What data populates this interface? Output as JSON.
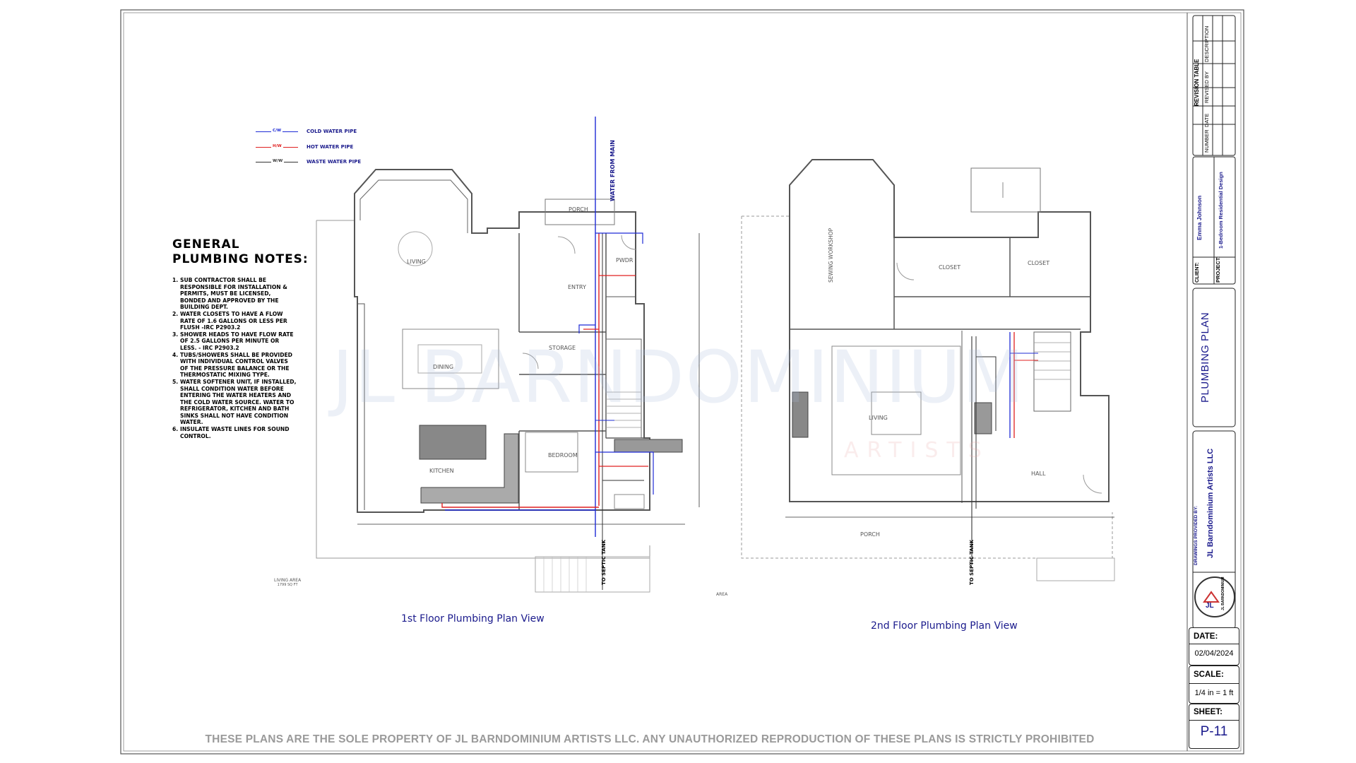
{
  "legend": {
    "cold": {
      "tag": "C/W",
      "label": "COLD WATER PIPE",
      "color": "#1e2bd6"
    },
    "hot": {
      "tag": "H/W",
      "label": "HOT WATER PIPE",
      "color": "#e02020"
    },
    "waste": {
      "tag": "W/W",
      "label": "WASTE WATER PIPE",
      "color": "#333333"
    }
  },
  "notes": {
    "title_line1": "GENERAL",
    "title_line2": "PLUMBING NOTES:",
    "items": [
      "SUB CONTRACTOR SHALL BE RESPONSIBLE FOR INSTALLATION & PERMITS, MUST BE LICENSED, BONDED AND APPROVED BY THE BUILDING DEPT.",
      "WATER CLOSETS TO HAVE A FLOW RATE OF 1.6 GALLONS OR LESS PER FLUSH -IRC P2903.2",
      "SHOWER HEADS TO HAVE FLOW RATE OF 2.5 GALLONS PER MINUTE OR LESS. - IRC P2903.2",
      "TUBS/SHOWERS SHALL BE PROVIDED WITH INDIVIDUAL CONTROL VALVES OF THE PRESSURE BALANCE OR THE THERMOSTATIC MIXING TYPE.",
      "WATER SOFTENER UNIT, IF INSTALLED, SHALL CONDITION WATER BEFORE ENTERING THE WATER HEATERS AND THE COLD WATER SOURCE.  WATER TO REFRIGERATOR, KITCHEN AND BATH SINKS SHALL NOT HAVE CONDITION WATER.",
      "INSULATE WASTE LINES FOR SOUND CONTROL."
    ]
  },
  "plan1": {
    "title": "1st Floor Plumbing Plan View",
    "rooms": {
      "living": "LIVING",
      "dining": "DINING",
      "kitchen": "KITCHEN",
      "porch": "PORCH",
      "entry": "ENTRY",
      "pwdr": "PWDR",
      "storage": "STORAGE",
      "bedroom": "BEDROOM"
    },
    "water_from_main": "WATER FROM MAIN",
    "to_septic": "TO SEPTIC TANK",
    "living_area_line1": "LIVING AREA",
    "living_area_line2": "1799 SQ FT",
    "area_label": "AREA"
  },
  "plan2": {
    "title": "2nd Floor Plumbing Plan View",
    "rooms": {
      "sewing": "SEWING WORKSHOP",
      "closet1": "CLOSET",
      "closet2": "CLOSET",
      "living": "LIVING",
      "hall": "HALL",
      "porch": "PORCH"
    },
    "to_septic": "TO SEPTIC TANK"
  },
  "watermark": {
    "main": "JL BARNDOMINIUM",
    "sub": "ARTISTS"
  },
  "footer": "THESE PLANS ARE THE SOLE PROPERTY OF JL BARNDOMINIUM ARTISTS LLC. ANY UNAUTHORIZED REPRODUCTION OF THESE PLANS IS STRICTLY PROHIBITED",
  "title_block": {
    "revision_table": "REVISION TABLE",
    "rev_columns": {
      "number": "NUMBER",
      "date": "DATE",
      "revised_by": "REVISED BY",
      "description": "DESCRIPTION"
    },
    "client_label": "CLIENT:",
    "client": "Emma Johnson",
    "project_label": "PROJECT:",
    "project": "1-Bedroom Residential Design",
    "sheet_title": "PLUMBING PLAN",
    "provided_by_label": "DRAWINGS PROVIDED BY:",
    "provider": "JL Barndominium Artists LLC",
    "logo_text": "JL BARNDOMINIUM",
    "date_label": "DATE:",
    "date": "02/04/2024",
    "scale_label": "SCALE:",
    "scale": "1/4 in = 1 ft",
    "sheet_label": "SHEET:",
    "sheet": "P-11"
  }
}
